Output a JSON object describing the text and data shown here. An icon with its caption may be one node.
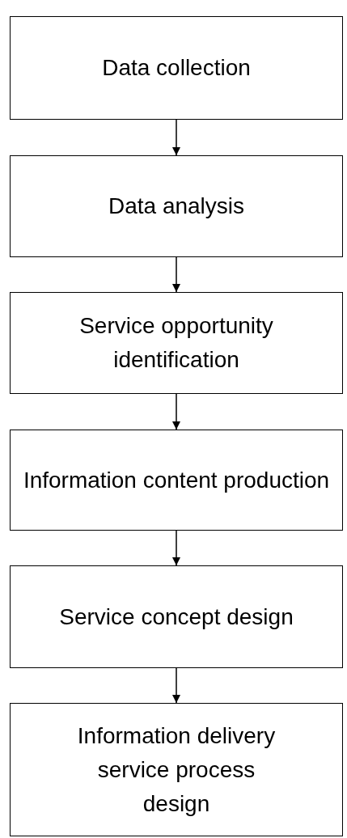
{
  "diagram": {
    "nodes": [
      {
        "text": [
          "Data collection"
        ]
      },
      {
        "text": [
          "Data analysis"
        ]
      },
      {
        "text": [
          "Service opportunity identification"
        ]
      },
      {
        "text": [
          "Information content production"
        ]
      },
      {
        "text": [
          "Service concept design"
        ]
      },
      {
        "text": [
          "Information delivery service process design"
        ]
      }
    ],
    "edges": [
      {
        "from": 0,
        "to": 1,
        "arrow": "to"
      },
      {
        "from": 1,
        "to": 2,
        "arrow": "to"
      },
      {
        "from": 2,
        "to": 3,
        "arrow": "to"
      },
      {
        "from": 3,
        "to": 4,
        "arrow": "to"
      },
      {
        "from": 4,
        "to": 5,
        "arrow": "to"
      }
    ]
  }
}
